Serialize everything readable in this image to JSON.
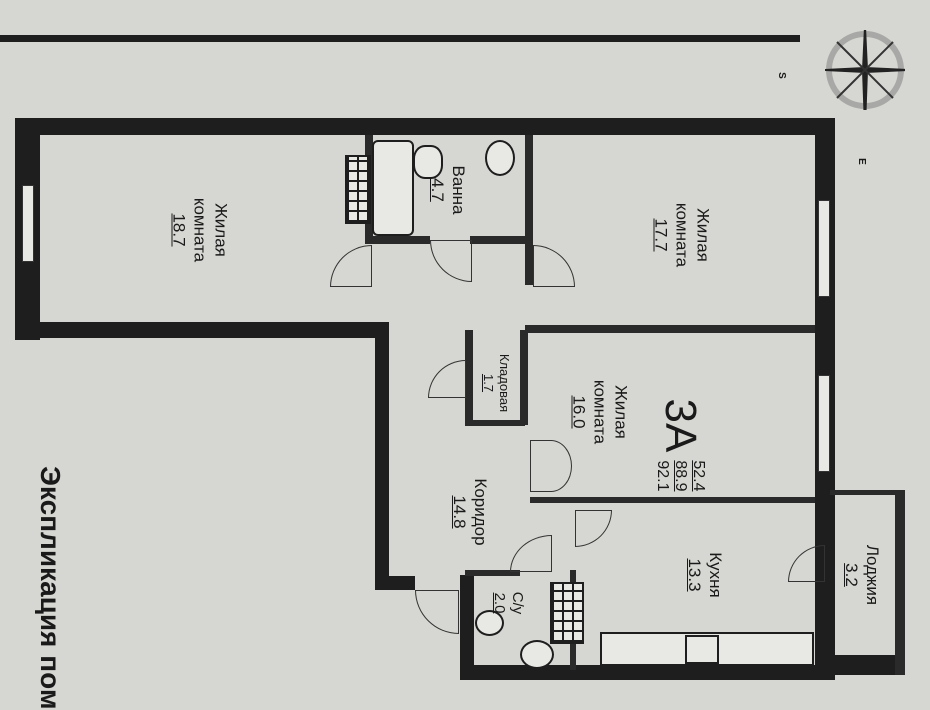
{
  "plan": {
    "apartment_type": "3А",
    "living_area": "52.4",
    "total_area": "88.9",
    "total_with_loggia": "92.1",
    "caption": "Экспликация пом",
    "rooms": [
      {
        "name": "Жилая",
        "name2": "комната",
        "area": "18.7"
      },
      {
        "name": "Ванна",
        "area": "4.7"
      },
      {
        "name": "Жилая",
        "name2": "комната",
        "area": "17.7"
      },
      {
        "name": "Кладовая",
        "area": "1.7"
      },
      {
        "name": "Жилая",
        "name2": "комната",
        "area": "16.0"
      },
      {
        "name": "Коридор",
        "area": "14.8"
      },
      {
        "name": "С/у",
        "area": "2.0"
      },
      {
        "name": "Кухня",
        "area": "13.3"
      },
      {
        "name": "Лоджия",
        "area": "3.2"
      }
    ]
  },
  "compass": {
    "south": "S",
    "east": "E"
  }
}
